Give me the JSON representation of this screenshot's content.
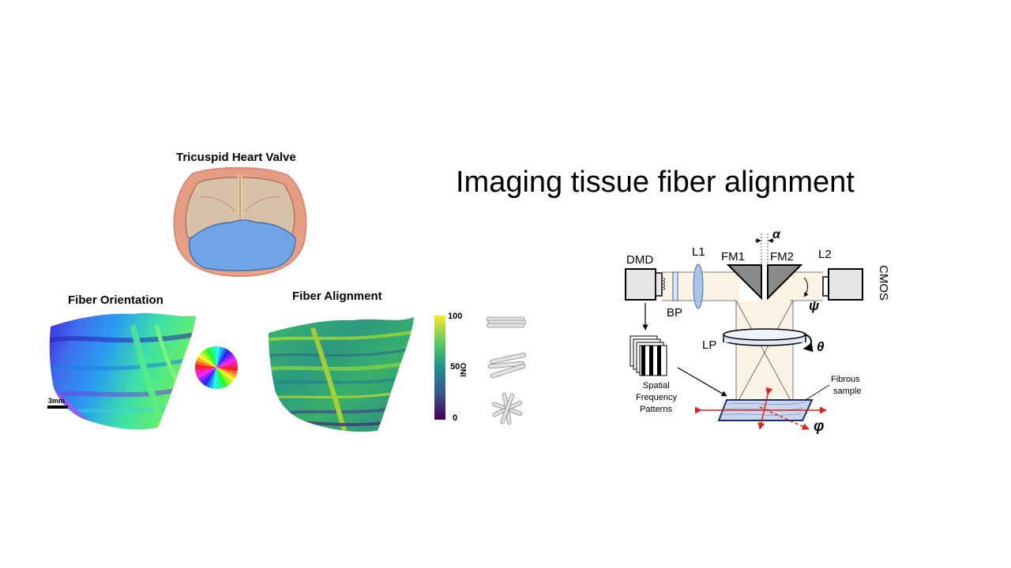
{
  "slide": {
    "title": "Imaging tissue fiber alignment"
  },
  "valve": {
    "title": "Tricuspid Heart Valve"
  },
  "orientation": {
    "title": "Fiber Orientation",
    "scale_bar": "3mm"
  },
  "alignment": {
    "title": "Fiber Alignment",
    "colorbar": {
      "label": "ONI",
      "ticks": [
        "100",
        "50",
        "0"
      ],
      "range": [
        0,
        100
      ],
      "colormap": "viridis"
    }
  },
  "setup": {
    "labels": {
      "dmd": "DMD",
      "bp": "BP",
      "l1": "L1",
      "fm1": "FM1",
      "fm2": "FM2",
      "l2": "L2",
      "cmos": "CMOS",
      "lp": "LP",
      "alpha": "α",
      "psi": "ψ",
      "theta": "θ",
      "phi": "φ",
      "patterns": [
        "Spatial",
        "Frequency",
        "Patterns"
      ],
      "sample": [
        "Fibrous",
        "sample"
      ]
    },
    "colors": {
      "arrow": "#e0201a",
      "beam": "#fbf4e4",
      "lens": "#a8c4e6",
      "sample": "#c9d6ee",
      "camera": "#e6e6e6",
      "mirror": "#8a8a8a"
    }
  }
}
